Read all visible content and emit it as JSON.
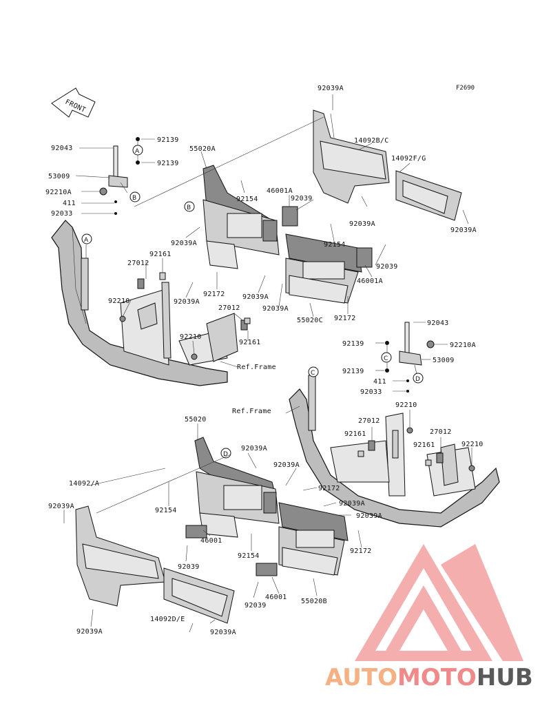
{
  "figure_id": "F2690",
  "front_label": "FRONT",
  "ref_frame_label": "Ref.Frame",
  "callouts": [
    "A",
    "B",
    "C",
    "D"
  ],
  "part_labels": {
    "top_92039A": "92039A",
    "p14092BC": "14092B/C",
    "p14092FG": "14092F/G",
    "p92039A_r1": "92039A",
    "p92039A_r2": "92039A",
    "p92043_l": "92043",
    "p92139_l1": "92139",
    "p92139_l2": "92139",
    "p53009_l": "53009",
    "p92210A_l": "92210A",
    "p411_l": "411",
    "p92033_l": "92033",
    "p55020A": "55020A",
    "p92154_a": "92154",
    "p46001A_a": "46001A",
    "p92039_a": "92039",
    "p92039A_a": "92039A",
    "p92161_a": "92161",
    "p27012_a": "27012",
    "p92154_b": "92154",
    "p92039_b": "92039",
    "p46001A_b": "46001A",
    "p92039A_b": "92039A",
    "p92172_a": "92172",
    "p92039A_c": "92039A",
    "p92039A_d": "92039A",
    "p55020C": "55020C",
    "p92172_b": "92172",
    "p92210_a": "92210",
    "p27012_b": "27012",
    "p92210_b": "92210",
    "p92161_b": "92161",
    "p92043_r": "92043",
    "p92139_r1": "92139",
    "p92210A_r": "92210A",
    "p53009_r": "53009",
    "p92139_r2": "92139",
    "p411_r": "411",
    "p92033_r": "92033",
    "p92210_c": "92210",
    "p27012_c": "27012",
    "p92161_c": "92161",
    "p27012_d": "27012",
    "p92161_d": "92161",
    "p92210_d": "92210",
    "p55020": "55020",
    "p92039A_e": "92039A",
    "p92039A_f": "92039A",
    "p14092A": "14092/A",
    "p92172_c": "92172",
    "p92039A_g": "92039A",
    "p92154_c": "92154",
    "p92039A_h": "92039A",
    "p92039A_i": "92039A",
    "p92172_d": "92172",
    "p46001_a": "46001",
    "p92154_d": "92154",
    "p92039_c": "92039",
    "p46001_b": "46001",
    "p55020B": "55020B",
    "p92039_d": "92039",
    "p14092DE": "14092D/E",
    "p92039A_j": "92039A",
    "p92039A_k": "92039A"
  },
  "watermark": {
    "part1": "AUTO",
    "part2": "MOTO",
    "part3": "HUB",
    "color1": "#f5b183",
    "color2": "#f08a8a",
    "color3": "#555555",
    "logo_color": "#f08a8a"
  }
}
